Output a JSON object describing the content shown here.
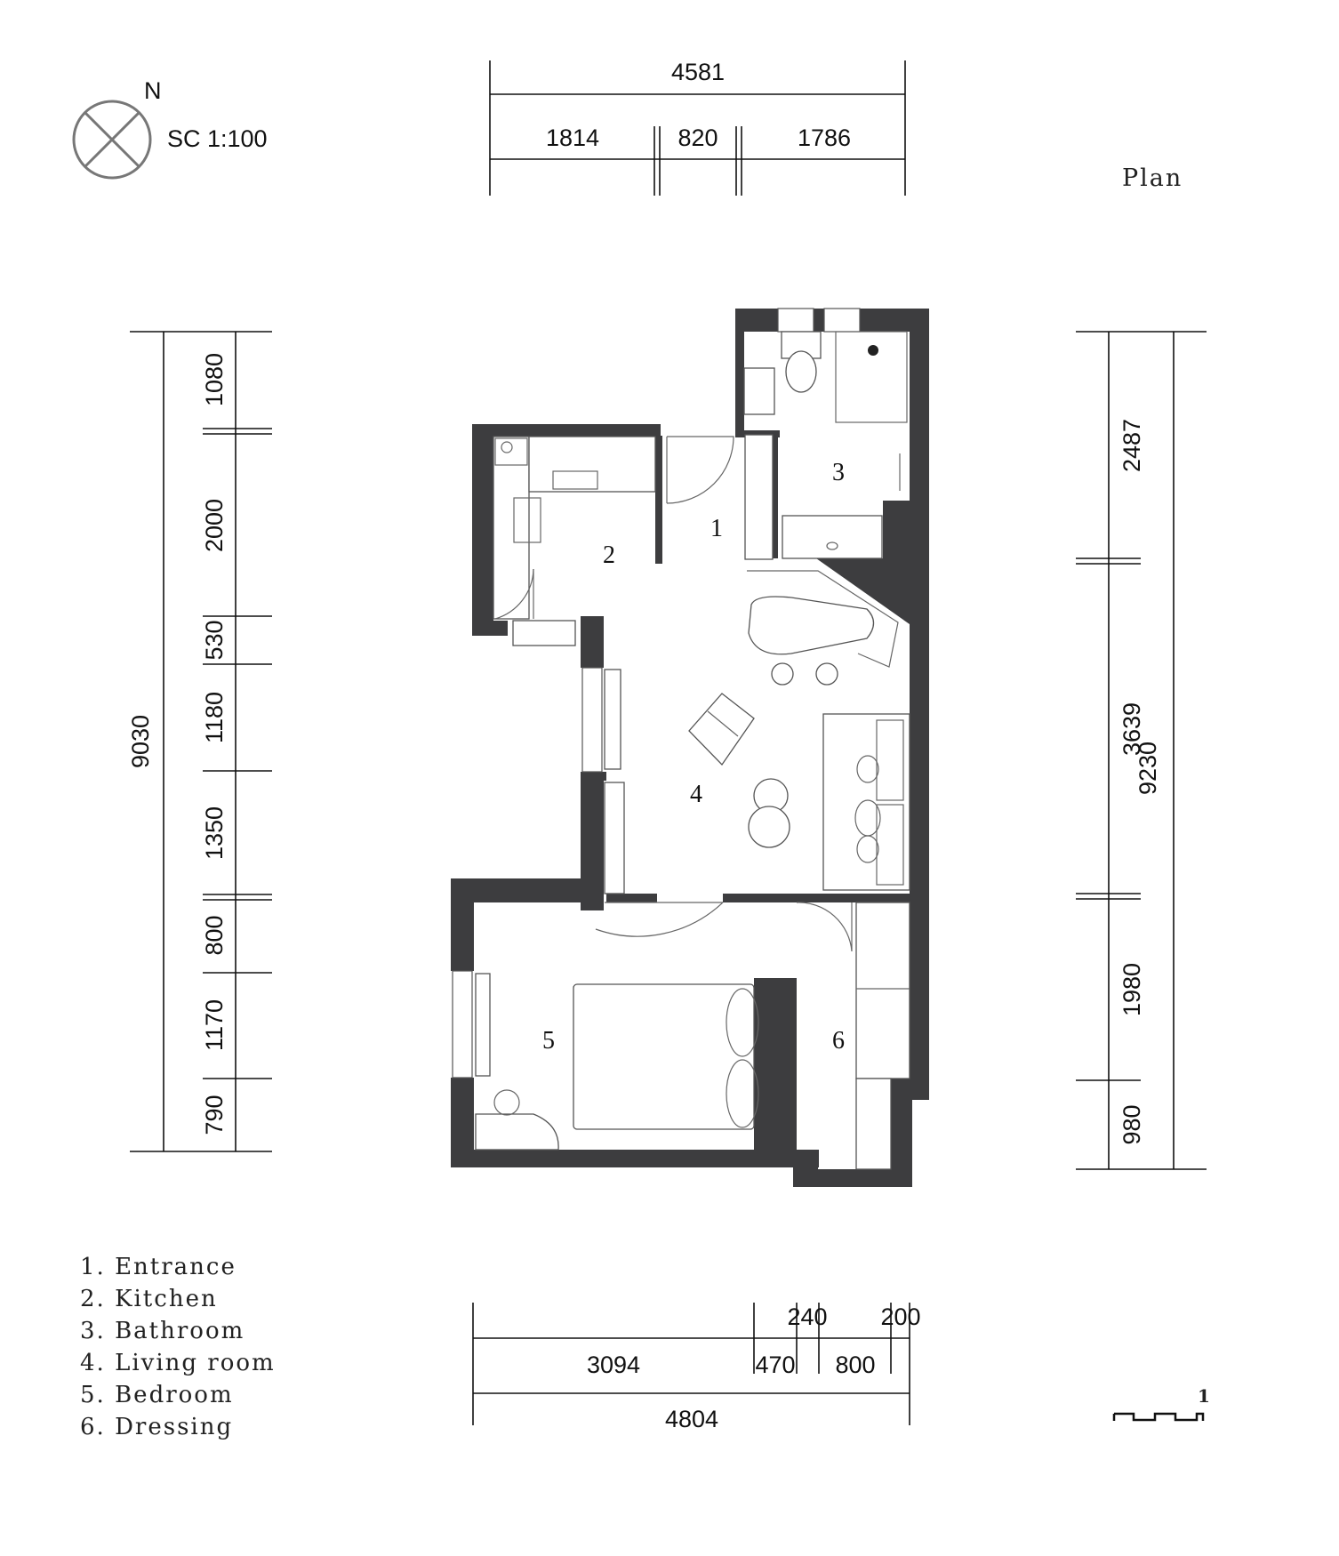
{
  "title": "Plan",
  "north": {
    "letter": "N",
    "scale": "SC 1:100"
  },
  "dims": {
    "top_total": "4581",
    "top_segments": [
      "1814",
      "820",
      "1786"
    ],
    "left_total": "9030",
    "left_segments": [
      "1080",
      "2000",
      "530",
      "1180",
      "1350",
      "800",
      "1170",
      "790"
    ],
    "right_total": "9230",
    "right_segments": [
      "2487",
      "3639",
      "1980",
      "980"
    ],
    "bottom_total": "4804",
    "bottom_segments": [
      "3094",
      "470",
      "240",
      "800",
      "200"
    ]
  },
  "rooms": [
    "1",
    "2",
    "3",
    "4",
    "5",
    "6"
  ],
  "legend": [
    "1.  Entrance",
    "2.  Kitchen",
    "3.  Bathroom",
    "4.  Living room",
    "5.  Bedroom",
    "6.  Dressing"
  ],
  "scale_bar": {
    "label": "1"
  },
  "colors": {
    "wall": "#3d3d3f",
    "line": "#111111"
  }
}
